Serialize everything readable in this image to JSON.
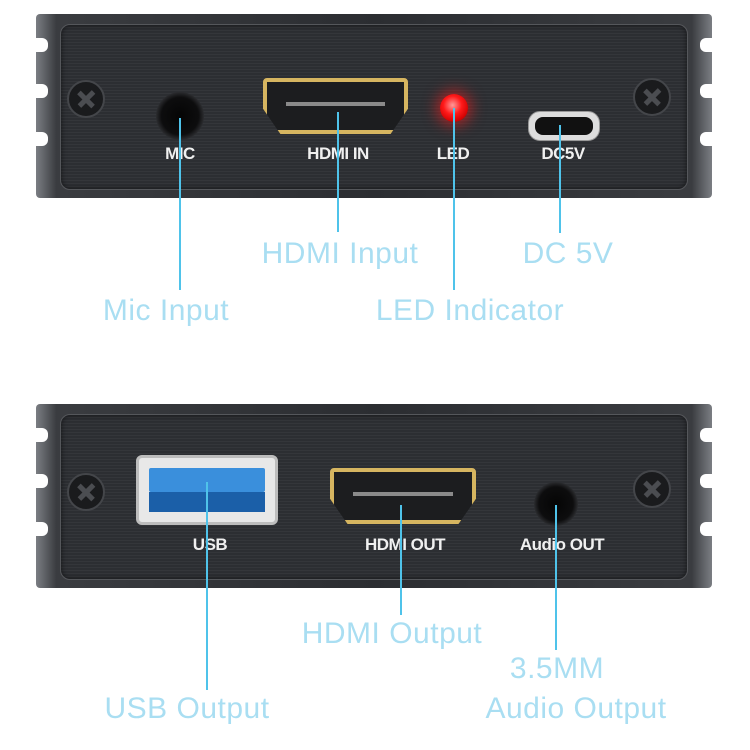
{
  "top_panel": {
    "ports": {
      "mic": "MIC",
      "hdmi_in": "HDMI IN",
      "led": "LED",
      "dc": "DC5V"
    },
    "callouts": {
      "mic": "Mic Input",
      "hdmi_in": "HDMI Input",
      "led": "LED Indicator",
      "dc": "DC 5V"
    }
  },
  "bottom_panel": {
    "ports": {
      "usb": "USB",
      "hdmi_out": "HDMI OUT",
      "audio_out": "Audio OUT"
    },
    "callouts": {
      "usb": "USB Output",
      "hdmi_out": "HDMI Output",
      "audio_line1": "3.5MM",
      "audio_line2": "Audio Output"
    }
  },
  "colors": {
    "callout_text": "#a9def2",
    "leader_line": "#4fc3ea",
    "led": "#ff1a1a",
    "hdmi_gold": "#d6b560",
    "usb_blue": "#3a8fdc"
  }
}
